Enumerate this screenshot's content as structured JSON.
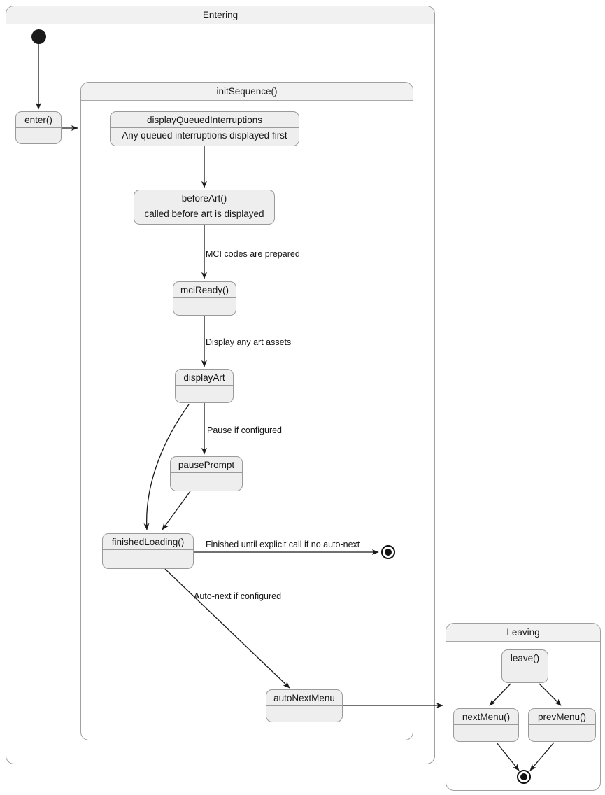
{
  "diagram": {
    "type": "uml-state-machine",
    "title": "Entering",
    "background": "#ffffff",
    "node_fill": "#eeeeee",
    "header_fill": "#f1f1f1",
    "border_color": "#9a9a9a",
    "line_color": "#1a1a1a"
  },
  "composites": {
    "entering": {
      "label": "Entering"
    },
    "init_sequence": {
      "label": "initSequence()"
    },
    "leaving": {
      "label": "Leaving"
    }
  },
  "states": {
    "enter": {
      "title": "enter()",
      "body": ""
    },
    "display_queued_interruptions": {
      "title": "displayQueuedInterruptions",
      "body": "Any queued interruptions displayed first"
    },
    "before_art": {
      "title": "beforeArt()",
      "body": "called before art is displayed"
    },
    "mci_ready": {
      "title": "mciReady()",
      "body": ""
    },
    "display_art": {
      "title": "displayArt",
      "body": ""
    },
    "pause_prompt": {
      "title": "pausePrompt",
      "body": ""
    },
    "finished_loading": {
      "title": "finishedLoading()",
      "body": ""
    },
    "auto_next_menu": {
      "title": "autoNextMenu",
      "body": ""
    },
    "leave": {
      "title": "leave()",
      "body": ""
    },
    "next_menu": {
      "title": "nextMenu()",
      "body": ""
    },
    "prev_menu": {
      "title": "prevMenu()",
      "body": ""
    }
  },
  "transitions": {
    "before_art_to_mci_ready": {
      "label": "MCI codes are prepared"
    },
    "mci_ready_to_display_art": {
      "label": "Display any art assets"
    },
    "display_art_to_pause_prompt": {
      "label": "Pause if configured"
    },
    "finished_loading_to_final": {
      "label": "Finished until explicit call if no auto-next"
    },
    "finished_loading_to_auto_next": {
      "label": "Auto-next if configured"
    }
  },
  "pseudo_states": {
    "entering_initial": {
      "kind": "initial"
    },
    "entering_final": {
      "kind": "final"
    },
    "leaving_final": {
      "kind": "final"
    }
  }
}
